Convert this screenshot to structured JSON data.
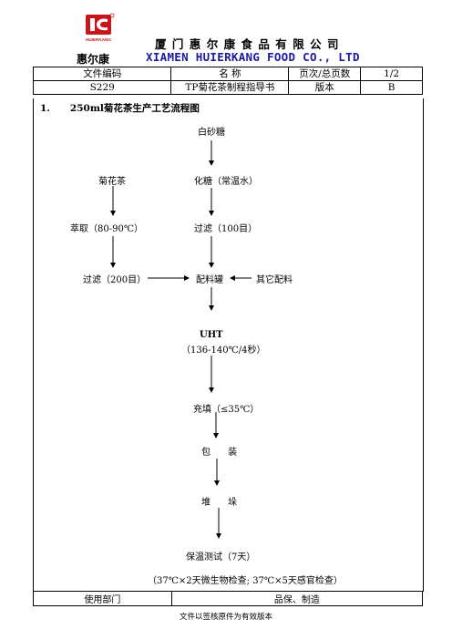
{
  "header": {
    "company_cn": "厦门惠尔康食品有限公司",
    "brand_cn": "惠尔康",
    "company_en": "XIAMEN HUIERKANG FOOD CO., LTD",
    "logo_text": "HUIERKANG",
    "brand_color": "#c8161d",
    "en_color": "#1a1aa0"
  },
  "doc_table": {
    "labels": [
      "文件编码",
      "名  称",
      "页次/总页数",
      "1/2"
    ],
    "values": [
      "S229",
      "TP菊花茶制程指导书",
      "版本",
      "B"
    ]
  },
  "section": {
    "number": "1.",
    "title": "250ml菊花茶生产工艺流程图"
  },
  "flow": {
    "sugar": "白砂糖",
    "dissolve": "化糖（常温水）",
    "chrysanthemum": "菊花茶",
    "extract": "萃取（80-90℃）",
    "filter100": "过滤（100目）",
    "filter200": "过滤（200目）",
    "blend_tank": "配料罐",
    "other_ingredients": "其它配料",
    "uht": "UHT",
    "uht_cond": "（136-140℃/4秒）",
    "filling": "充填（≤35℃）",
    "packing": "包      装",
    "stacking": "堆      垛",
    "incubation": "保温测试（7天）",
    "incubation_note": "（37℃×2天微生物检查; 37℃×5天感官检查）"
  },
  "footer": {
    "dept_label": "使用部门",
    "dept_value": "品保、制造",
    "note": "文件以签核原件为有效版本"
  }
}
